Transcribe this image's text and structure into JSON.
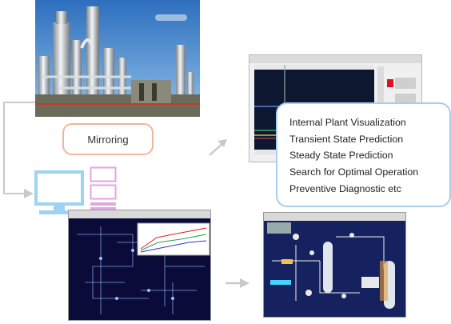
{
  "mirror_label": "Mirroring",
  "features": [
    "Internal Plant Visualization",
    "Transient State Prediction",
    "Steady State Prediction",
    "Search for Optimal Operation",
    "Preventive Diagnostic etc"
  ],
  "colors": {
    "connector": "#c9c9c9",
    "mirror_border": "#f2b49c",
    "callout_border": "#a9cdef",
    "computer_blue": "#9fd3f4",
    "computer_pink": "#e3a6e3"
  },
  "icons": [
    "plant-photo",
    "computer-icon",
    "server-icon",
    "arrow-icon"
  ]
}
